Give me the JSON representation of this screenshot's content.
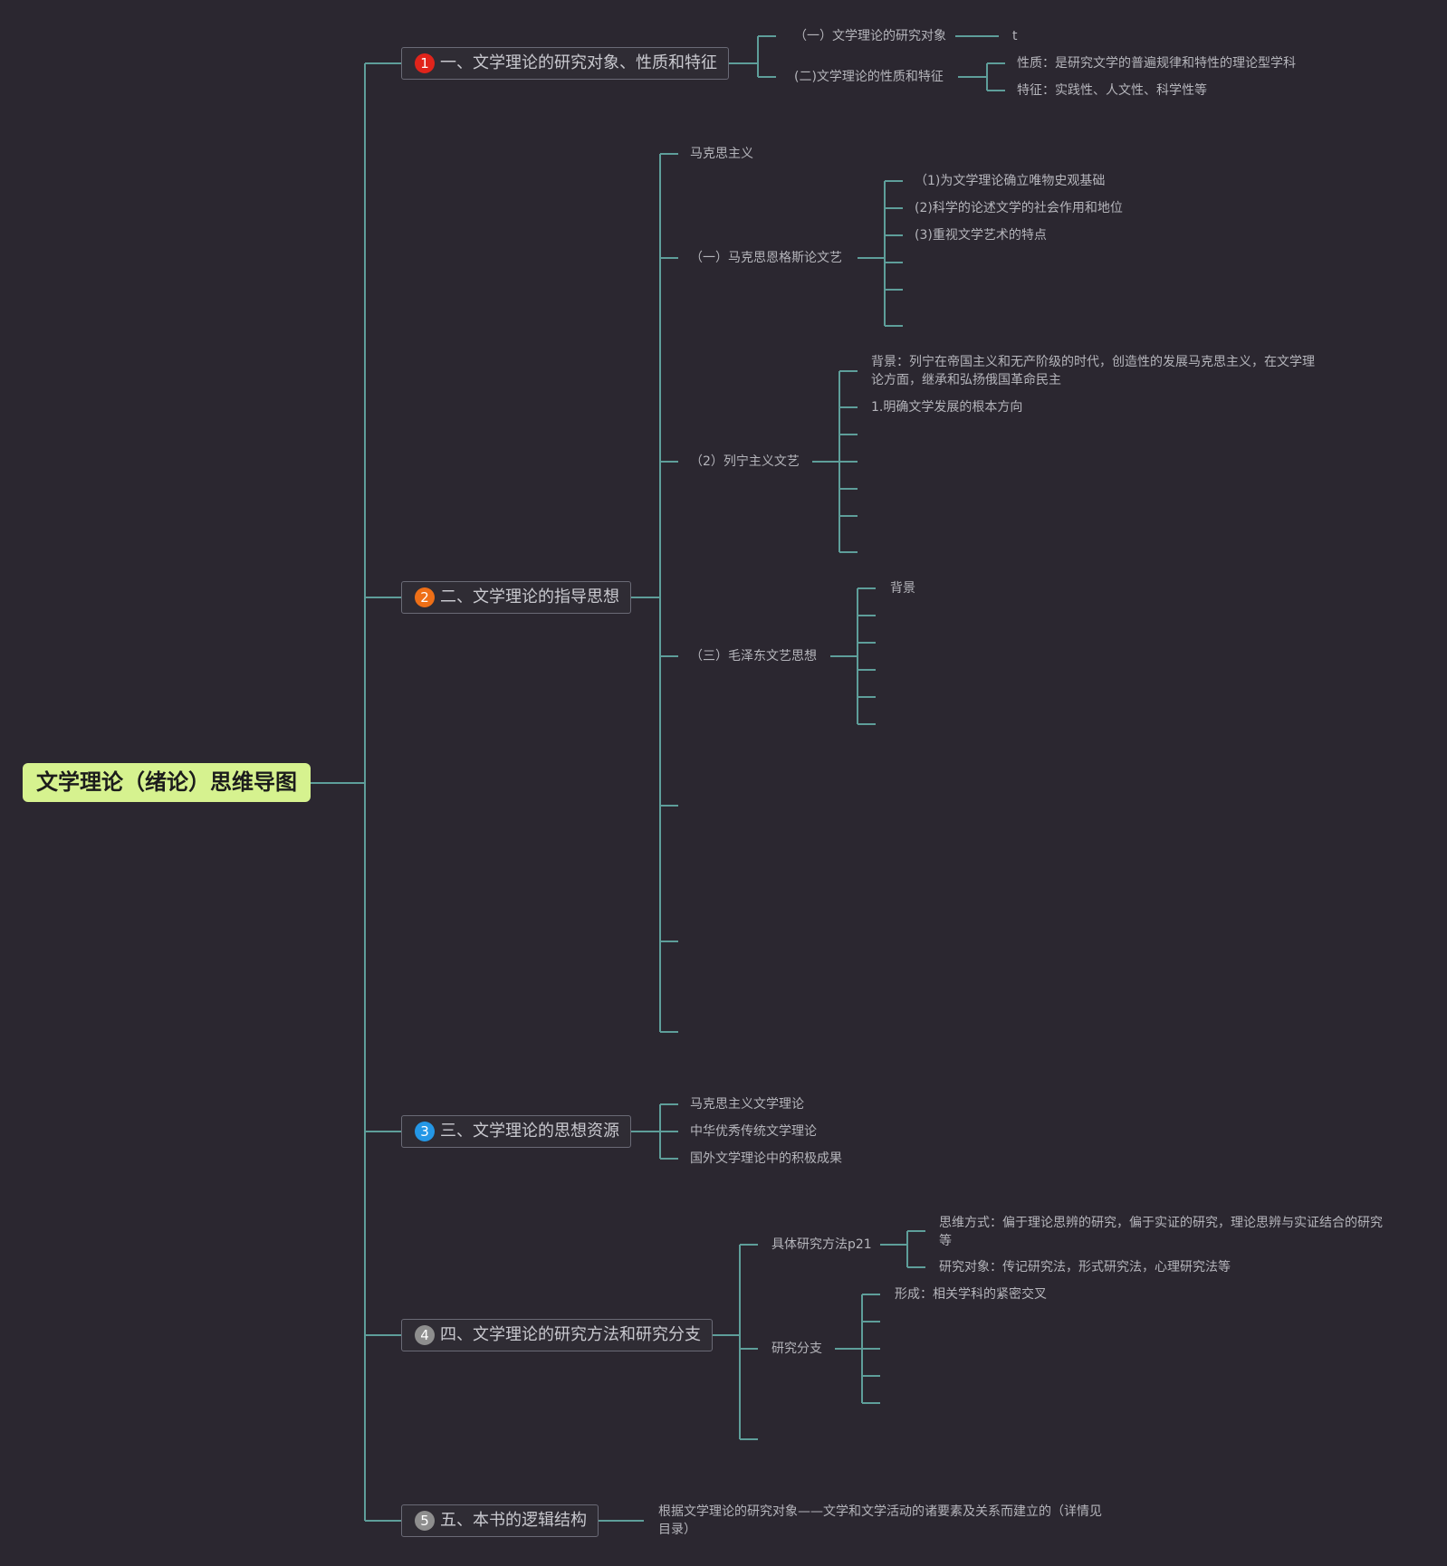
{
  "root": {
    "title": "文学理论（绪论）思维导图"
  },
  "colors": {
    "line": "#5e9e9a",
    "root_bg": "#d6f28f",
    "badge1": "#e0241b",
    "badge2": "#ee6f17",
    "badge3": "#2497e6",
    "badge4": "#8e8e8e",
    "badge5": "#8e8e8e"
  },
  "topics": [
    {
      "number": "1",
      "label": "一、文学理论的研究对象、性质和特征",
      "children": [
        {
          "label": "（一）文学理论的研究对象",
          "children": [
            {
              "label": "t"
            }
          ]
        },
        {
          "label": "(二)文学理论的性质和特征",
          "children": [
            {
              "label": "性质：是研究文学的普遍规律和特性的理论型学科"
            },
            {
              "label": "特征：实践性、人文性、科学性等"
            }
          ]
        }
      ]
    },
    {
      "number": "2",
      "label": "二、文学理论的指导思想",
      "children": [
        {
          "label": "马克思主义"
        },
        {
          "label": "（一）马克思恩格斯论文艺",
          "children": [
            {
              "label": "（1)为文学理论确立唯物史观基础"
            },
            {
              "label": "(2)科学的论述文学的社会作用和地位"
            },
            {
              "label": "(3)重视文学艺术的特点"
            }
          ]
        },
        {
          "label": "（2）列宁主义文艺",
          "children": [
            {
              "label": "背景：列宁在帝国主义和无产阶级的时代，创造性的发展马克思主义，在文学理论方面，继承和弘扬俄国革命民主"
            },
            {
              "label": "1.明确文学发展的根本方向"
            }
          ]
        },
        {
          "label": "（三）毛泽东文艺思想",
          "children": [
            {
              "label": "背景"
            }
          ]
        }
      ]
    },
    {
      "number": "3",
      "label": "三、文学理论的思想资源",
      "children": [
        {
          "label": "马克思主义文学理论"
        },
        {
          "label": "中华优秀传统文学理论"
        },
        {
          "label": "国外文学理论中的积极成果"
        }
      ]
    },
    {
      "number": "4",
      "label": "四、文学理论的研究方法和研究分支",
      "children": [
        {
          "label": "具体研究方法p21",
          "children": [
            {
              "label": "思维方式：偏于理论思辨的研究，偏于实证的研究，理论思辨与实证结合的研究等"
            },
            {
              "label": "研究对象：传记研究法，形式研究法，心理研究法等"
            }
          ]
        },
        {
          "label": "研究分支",
          "children": [
            {
              "label": "形成：相关学科的紧密交叉"
            }
          ]
        }
      ]
    },
    {
      "number": "5",
      "label": "五、本书的逻辑结构",
      "children": [
        {
          "label": "根据文学理论的研究对象——文学和文学活动的诸要素及关系而建立的（详情见目录）"
        }
      ]
    }
  ]
}
